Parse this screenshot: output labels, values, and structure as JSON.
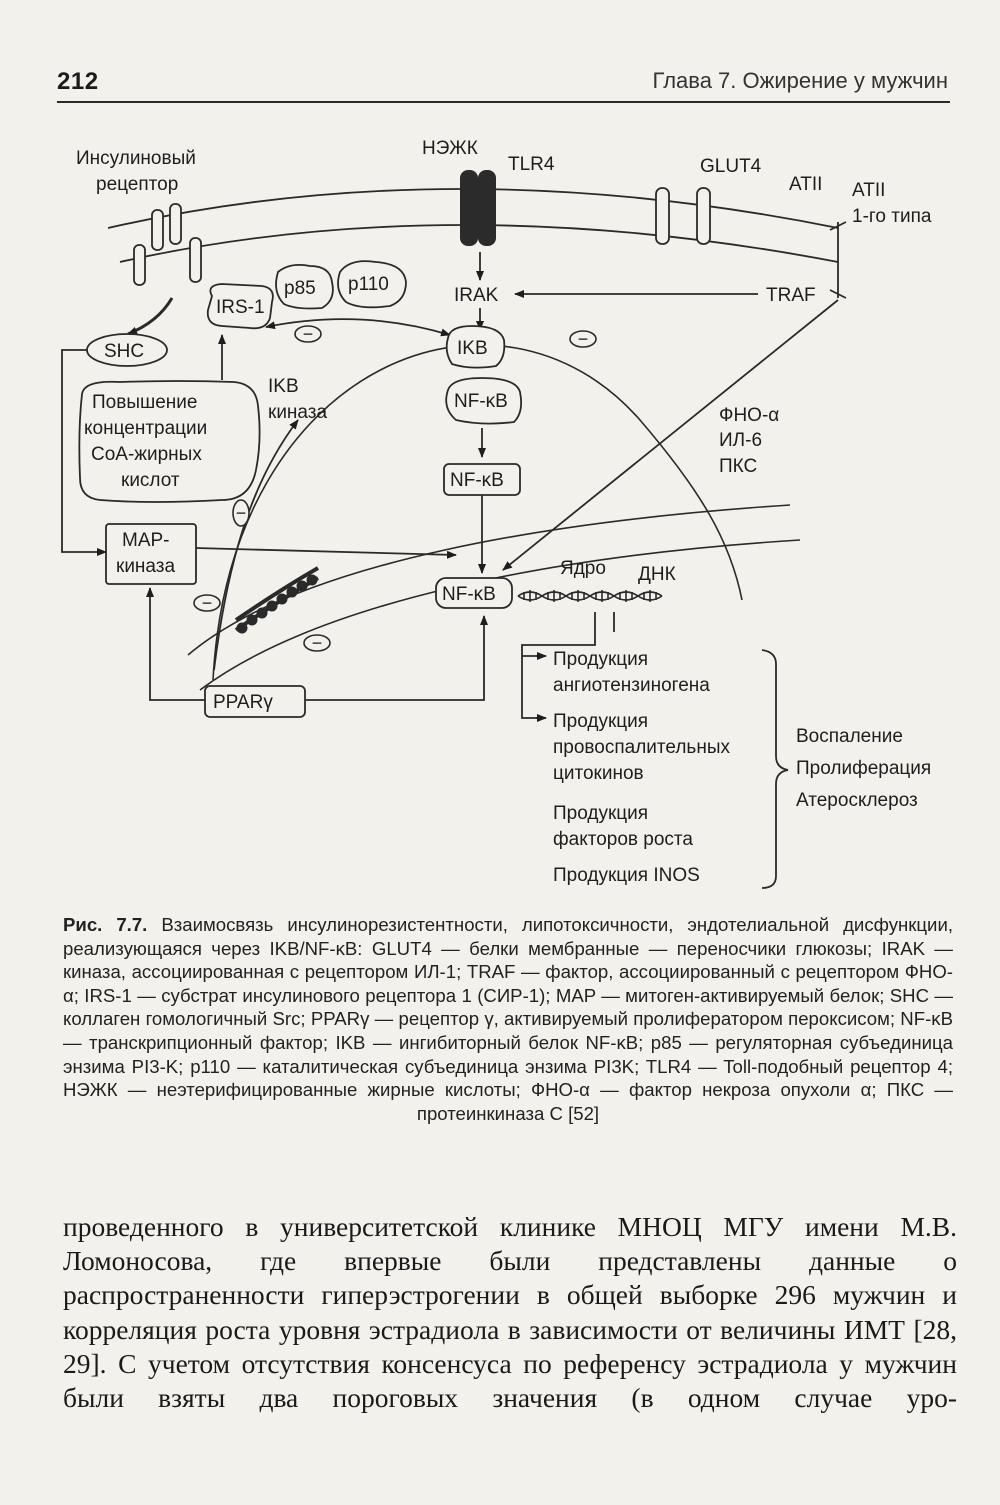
{
  "header": {
    "page_number": "212",
    "running_head": "Глава 7. Ожирение у мужчин"
  },
  "diagram": {
    "labels": {
      "insulin_receptor_1": "Инсулиновый",
      "insulin_receptor_2": "рецептор",
      "nezhk": "НЭЖК",
      "tlr4": "TLR4",
      "glut4": "GLUT4",
      "atii": "ATII",
      "atii1_1": "ATII",
      "atii1_2": "1-го типа",
      "irs1": "IRS-1",
      "p85": "p85",
      "p110": "p110",
      "irak": "IRAK",
      "traf": "TRAF",
      "shc": "SHC",
      "ikb_top": "IKB",
      "nfkb_1": "NF-κB",
      "nfkb_2": "NF-κB",
      "nfkb_3": "NF-κB",
      "fa_1": "Повышение",
      "fa_2": "концентрации",
      "fa_3": "CoA-жирных",
      "fa_4": "кислот",
      "ikb_kinase_1": "IKB",
      "ikb_kinase_2": "киназа",
      "tnf": "ФНО-α",
      "il6": "ИЛ-6",
      "pkc": "ПКС",
      "map_1": "MAP-",
      "map_2": "киназа",
      "nucleus": "Ядро",
      "dna": "ДНК",
      "ppar": "PPARγ",
      "minus": "−"
    },
    "products": [
      [
        "Продукция",
        "ангиотензиногена"
      ],
      [
        "Продукция",
        "провоспалительных",
        "цитокинов"
      ],
      [
        "Продукция",
        "факторов роста"
      ],
      [
        "Продукция INOS"
      ]
    ],
    "outcomes": [
      "Воспаление",
      "Пролиферация",
      "Атеросклероз"
    ]
  },
  "caption": {
    "label": "Рис. 7.7.",
    "text": "Взаимосвязь инсулинорезистентности, липотоксичности, эндотелиальной дисфункции, реализующаяся через IKB/NF-κB: GLUT4 — белки мембранные — переносчики глюкозы; IRAK — киназа, ассоциированная с рецептором ИЛ-1; TRAF — фактор, ассоциированный с рецептором ФНО-α; IRS-1 — субстрат инсулинового рецептора 1 (СИР-1); MAP — митоген-активируемый белок; SHC — коллаген гомологичный Src; PPARγ — рецептор γ, активируемый пролифератором пероксисом; NF-κB — транскрипционный фактор; IKB — ингибиторный белок NF-κB; p85 — регуляторная субъединица энзима PI3-K; p110 — каталитическая субъединица энзима PI3K; TLR4 — Toll-подобный рецептор 4; НЭЖК — неэтерифицированные жирные кислоты; ФНО-α — фактор некроза опухоли α; ПКС — протеинкиназа С [52]"
  },
  "body": {
    "text": "проведенного в университетской клинике МНОЦ МГУ имени М.В. Ломоносова, где впервые были представлены данные о распространенности гиперэстрогении в общей выборке 296 мужчин и корреляция роста уровня эстрадиола в зависимости от величины ИМТ [28, 29]. С учетом отсутствия консенсуса по референсу эстрадиола у мужчин были взяты два пороговых значения (в одном случае уро-"
  }
}
